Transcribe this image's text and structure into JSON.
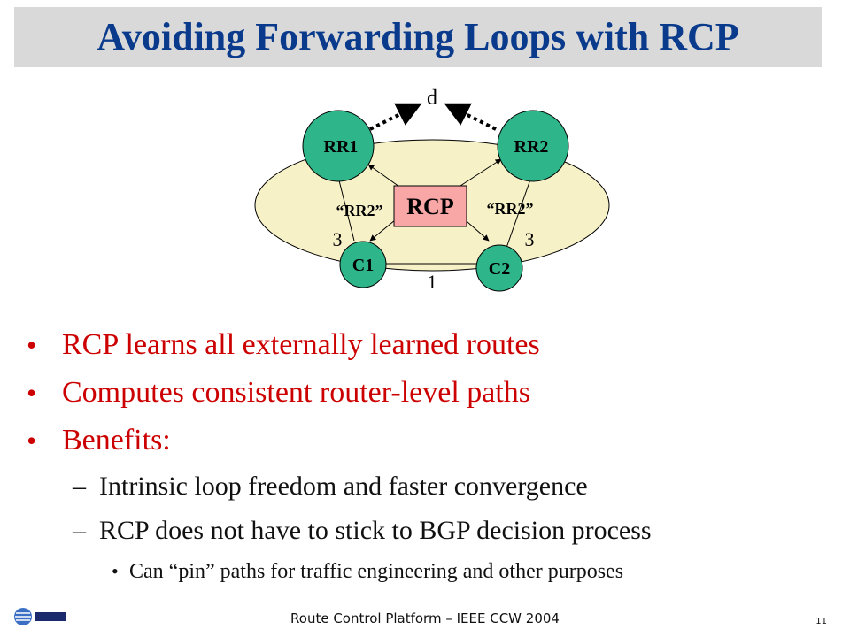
{
  "slide": {
    "title": "Avoiding Forwarding Loops with RCP",
    "diagram": {
      "destination_label": "d",
      "nodes": {
        "rr1": "RR1",
        "rr2": "RR2",
        "c1": "C1",
        "c2": "C2",
        "rcp": "RCP"
      },
      "route_labels": {
        "left": "“RR2”",
        "right": "“RR2”"
      },
      "link_costs": {
        "rr1_c1": "3",
        "rr2_c2": "3",
        "c1_c2": "1"
      }
    },
    "bullets": [
      {
        "text": "RCP learns all externally learned routes",
        "marker": "•"
      },
      {
        "text": "Computes consistent router-level paths",
        "marker": "•"
      },
      {
        "text": "Benefits:",
        "marker": "•",
        "sub": [
          {
            "text": "Intrinsic loop freedom and faster convergence",
            "marker": "–"
          },
          {
            "text": "RCP does not have to stick to BGP decision process",
            "marker": "–",
            "sub": [
              {
                "text": "Can “pin” paths for traffic engineering and other purposes",
                "marker": "•"
              }
            ]
          }
        ]
      }
    ],
    "footer": "Route Control Platform – IEEE CCW 2004",
    "page_number": "11",
    "colors": {
      "title": "#0a3a8c",
      "bullet_text": "#cc0000",
      "node_fill": "#2fb58a",
      "rcp_fill": "#f8a6a6",
      "ellipse_fill": "#f7f1c8"
    }
  }
}
